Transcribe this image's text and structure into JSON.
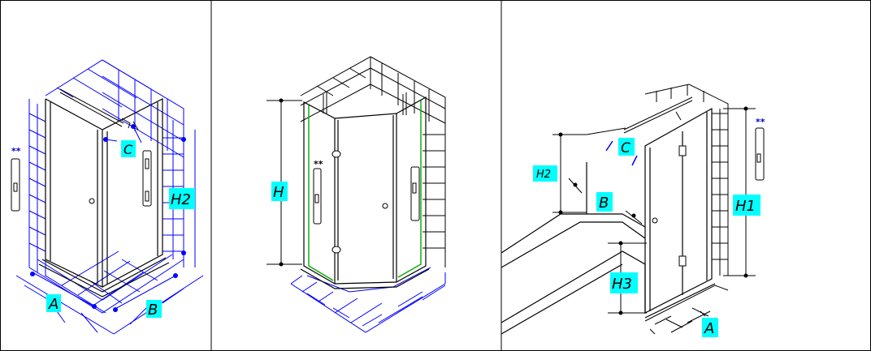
{
  "panels": [
    {
      "name": "corner-enclosure",
      "labels": {
        "c": "C",
        "h2": "H2",
        "a": "A",
        "b": "B"
      },
      "marker": "**"
    },
    {
      "name": "pentagonal-enclosure",
      "labels": {
        "h": "H"
      },
      "marker": "**"
    },
    {
      "name": "bath-screen",
      "labels": {
        "c": "C",
        "h1": "H1",
        "h2": "H2",
        "b": "B",
        "h3": "H3",
        "a": "A"
      },
      "marker": "**"
    }
  ],
  "colors": {
    "label_fill": "#00ffff",
    "tile_lines": "#0000ff",
    "outline": "#000000",
    "seal": "#00aa00",
    "marker": "#0000cc"
  },
  "icons": [
    "handle-icon",
    "towel-bar-icon",
    "hinge-icon",
    "knob-icon",
    "support-bar-icon"
  ]
}
